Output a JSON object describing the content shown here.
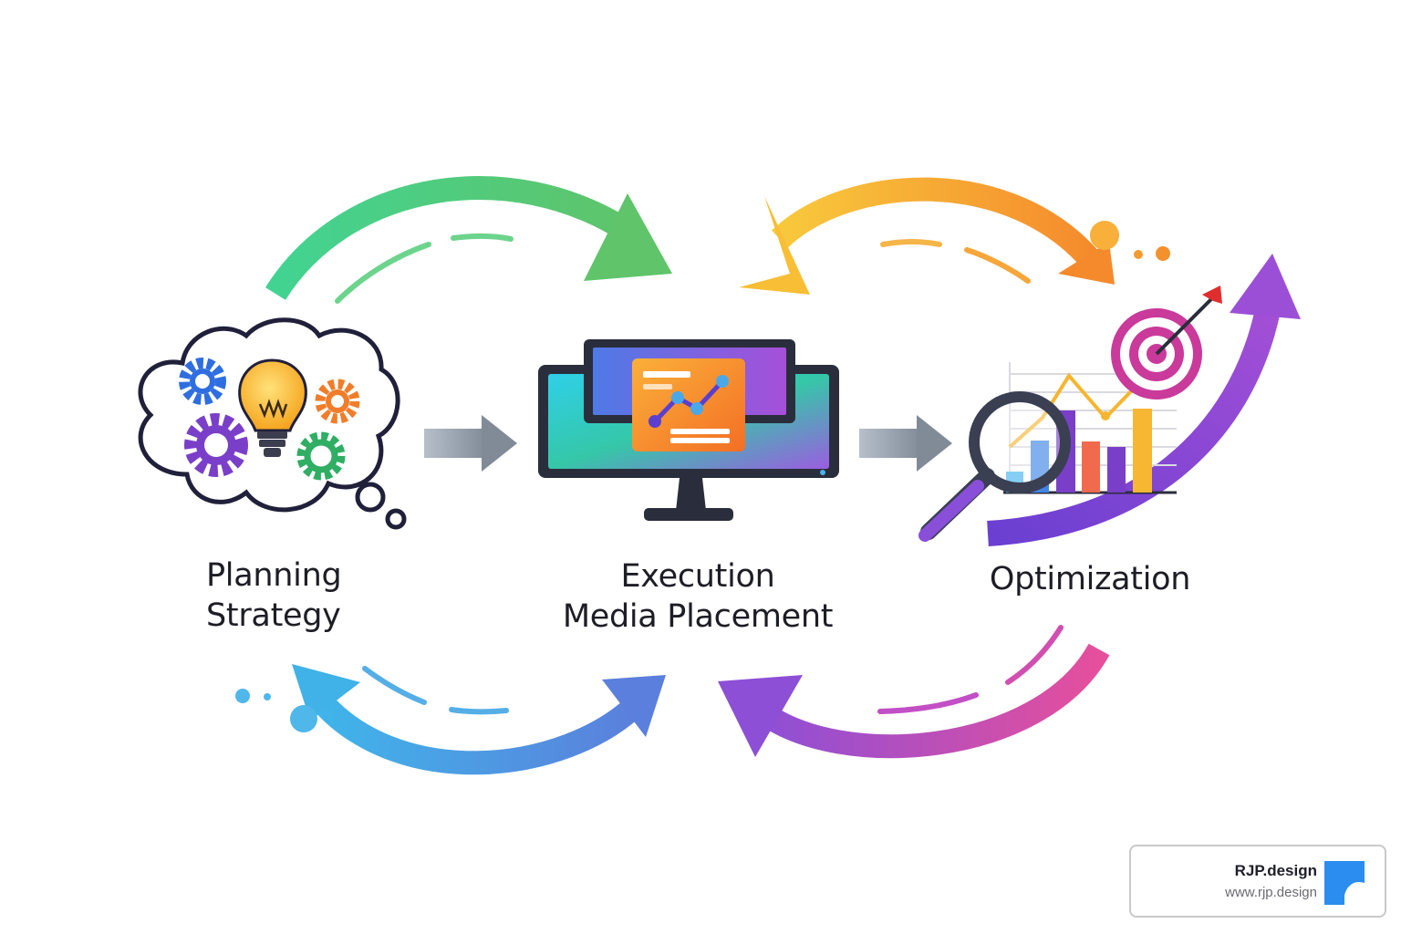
{
  "stages": [
    {
      "id": "planning",
      "lines": [
        "Planning",
        "Strategy"
      ]
    },
    {
      "id": "execution",
      "lines": [
        "Execution",
        "Media Placement"
      ]
    },
    {
      "id": "optimization",
      "lines": [
        "Optimization"
      ]
    }
  ],
  "brand": {
    "name": "RJP.design",
    "url": "www.rjp.design",
    "logo_color": "#2c8df0"
  },
  "colors": {
    "arrow_green": "#5ccf7a",
    "arrow_orange": "#f6a63a",
    "arrow_purple": "#8b4fd6",
    "arrow_blue": "#4d8be0",
    "arrow_magenta": "#c24fc6",
    "connector_gray": "#8c96a3"
  },
  "icons": [
    "thought-cloud-icon",
    "lightbulb-icon",
    "gear-icon",
    "monitor-icon",
    "line-chart-icon",
    "magnifier-icon",
    "bar-chart-icon",
    "target-icon"
  ]
}
